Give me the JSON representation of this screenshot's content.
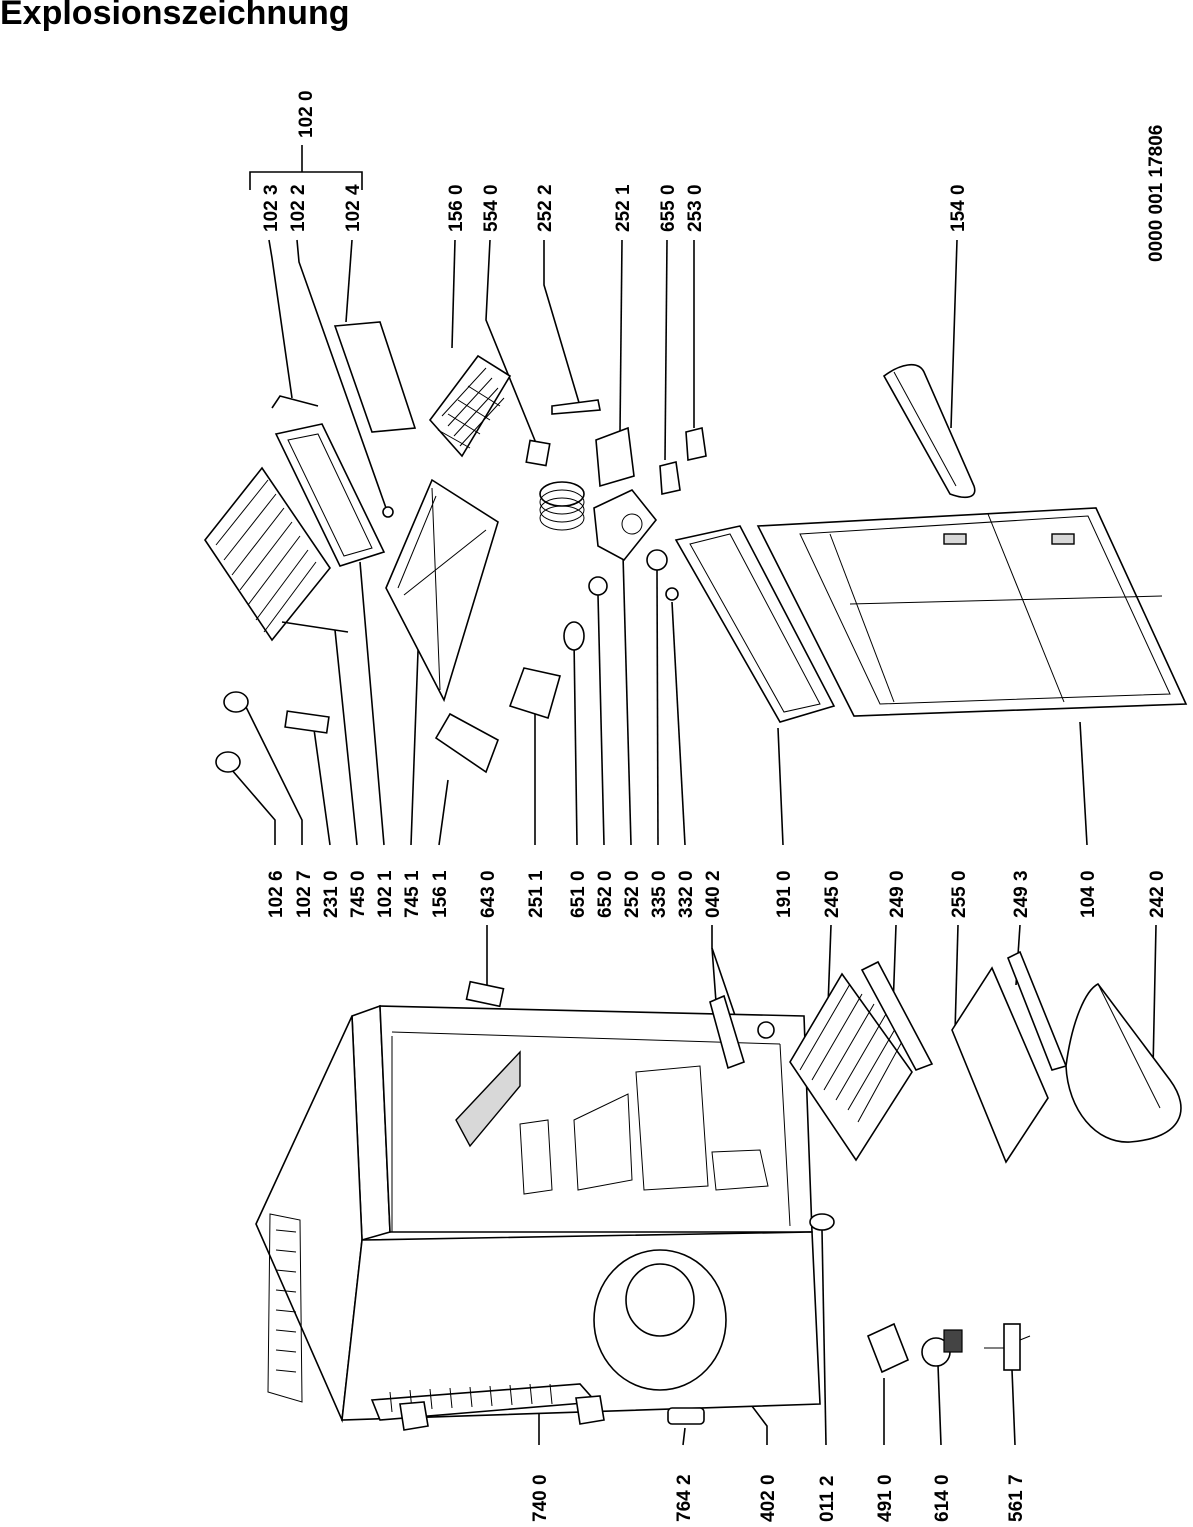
{
  "page": {
    "title": "Explosionszeichnung"
  },
  "drawing_number": "0000 001 17806",
  "top_labels": {
    "group_label": "102 0",
    "group_items": [
      "102 3",
      "102 2",
      "102 4"
    ],
    "items": [
      "156 0",
      "554 0",
      "252 2",
      "252 1",
      "655 0",
      "253 0",
      "154 0"
    ]
  },
  "middle_labels": [
    "102 6",
    "102 7",
    "231 0",
    "745 0",
    "102 1",
    "745 1",
    "156 1",
    "643 0",
    "251 1",
    "651 0",
    "652 0",
    "252 0",
    "335 0",
    "332 0",
    "040 2",
    "191 0",
    "245 0",
    "249 0",
    "255 0",
    "249 3",
    "104 0",
    "242 0"
  ],
  "bottom_labels": [
    "740 0",
    "764 2",
    "402 0",
    "011 2",
    "491 0",
    "614 0",
    "561 7"
  ]
}
